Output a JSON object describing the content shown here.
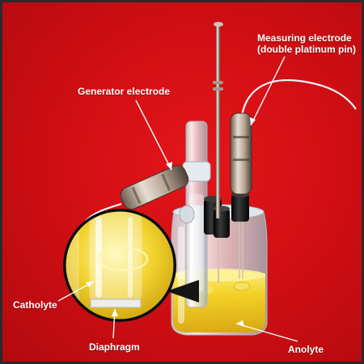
{
  "labels": {
    "measuring_electrode": [
      "Measuring electrode",
      "(double platinum pin)"
    ],
    "generator_electrode": "Generator electrode",
    "catholyte": "Catholyte",
    "diaphragm": "Diaphragm",
    "anolyte": "Anolyte"
  },
  "colors": {
    "background": "#d20f14",
    "label_text": "#ffffff",
    "electrolyte": "#f2d020",
    "glass": "#e8eef2",
    "cap": "#1a1a1a"
  }
}
